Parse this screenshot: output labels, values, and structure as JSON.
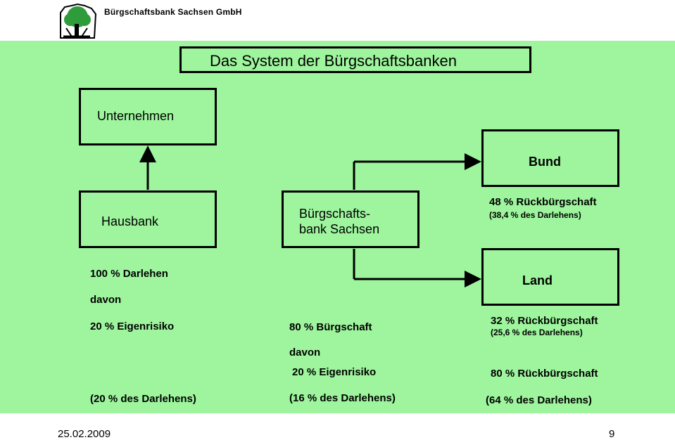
{
  "header": {
    "bank_name": "Bürgschaftsbank Sachsen GmbH"
  },
  "slide": {
    "title": "Das System der Bürgschaftsbanken",
    "boxes": {
      "unternehmen": "Unternehmen",
      "hausbank": "Hausbank",
      "buergschaftsbank_line1": "Bürgschafts-",
      "buergschaftsbank_line2": "bank Sachsen",
      "bund": "Bund",
      "land": "Land"
    },
    "bund_info": {
      "main": "48 % Rückbürgschaft",
      "sub": "(38,4 % des Darlehens)"
    },
    "left_column": {
      "darlehen": "100 % Darlehen",
      "davon": "davon",
      "eigenrisiko": "20 % Eigenrisiko",
      "share": "(20 % des Darlehens)"
    },
    "middle_column": {
      "buergschaft": "80 % Bürgschaft",
      "davon": "davon",
      "eigenrisiko": "20 % Eigenrisiko",
      "share": "(16 % des Darlehens)"
    },
    "right_column": {
      "land_rueck": "32 % Rückbürgschaft",
      "land_sub": "(25,6 % des Darlehens)",
      "total_rueck": "80 % Rückbürgschaft",
      "share": "(64 % des Darlehens)"
    }
  },
  "footer": {
    "date": "25.02.2009",
    "page": "9"
  },
  "colors": {
    "slide_background": "#9ef59e",
    "logo_green": "#2e9c3a"
  }
}
